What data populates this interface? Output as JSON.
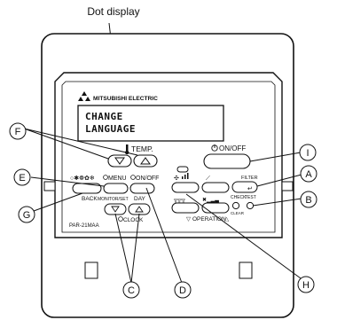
{
  "title": "Dot display",
  "brand": "MITSUBISHI ELECTRIC",
  "display_lines": [
    "CHANGE",
    "LANGUAGE"
  ],
  "model": "PAR-21MAA",
  "buttons": {
    "temp": "TEMP.",
    "on_off_main": "ON/OFF",
    "menu": "MENU",
    "on_off_small": "ON/OFF",
    "back": "BACK",
    "day": "DAY",
    "monitor_set": "MONITOR/SET",
    "clock": "CLOCK",
    "filter": "FILTER",
    "check": "CHECK",
    "test": "TEST",
    "clear": "CLEAR",
    "operation": "OPERATION"
  },
  "callouts": [
    "F",
    "E",
    "G",
    "C",
    "D",
    "H",
    "I",
    "A",
    "B"
  ]
}
